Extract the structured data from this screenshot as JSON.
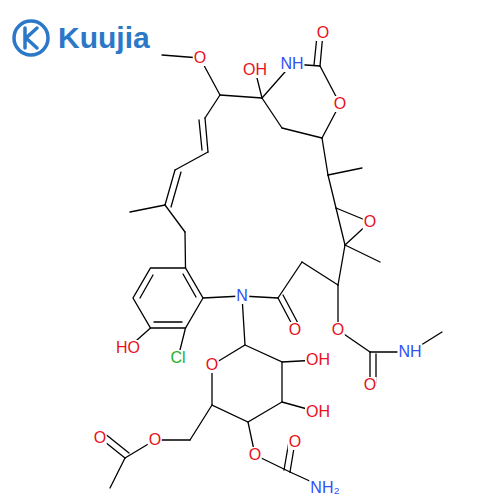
{
  "diagram": {
    "labels": [
      "Kuujia",
      "O",
      "NH",
      "O",
      "OH",
      "O",
      "O",
      "N",
      "O",
      "O",
      "O",
      "NH",
      "HO",
      "Cl",
      "O",
      "OH",
      "OH",
      "O",
      "O",
      "O",
      "O",
      "NH₂"
    ]
  }
}
